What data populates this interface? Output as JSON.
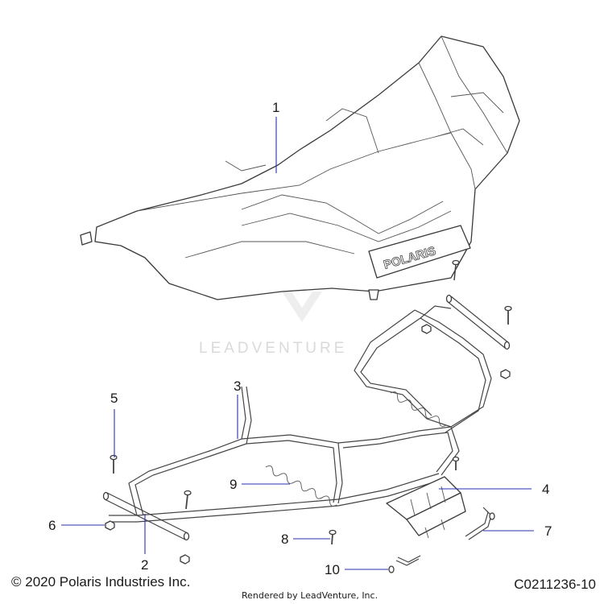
{
  "callouts": [
    {
      "label": "1"
    },
    {
      "label": "2"
    },
    {
      "label": "3"
    },
    {
      "label": "4"
    },
    {
      "label": "5"
    },
    {
      "label": "6"
    },
    {
      "label": "7"
    },
    {
      "label": "8"
    },
    {
      "label": "9"
    },
    {
      "label": "10"
    }
  ],
  "fender_brand": "POLARIS",
  "watermark": "LEADVENTURE",
  "footer": {
    "copyright": "© 2020 Polaris Industries Inc.",
    "rendered_by": "Rendered by LeadVenture, Inc.",
    "diagram_code": "C0211236-10"
  },
  "colors": {
    "leader": "#2a2fb0",
    "line_art": "#3a3a3a",
    "watermark": "#dadada"
  }
}
